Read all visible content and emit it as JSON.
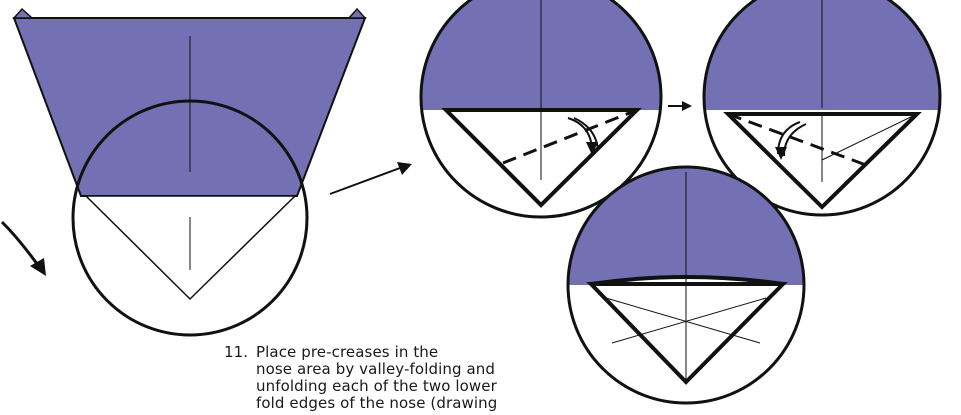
{
  "diagram": {
    "paper_color": "#7370b4",
    "line_color": "#111111"
  },
  "caption": {
    "step_number": "11.",
    "line1": "Place pre-creases in the",
    "line2": "nose area by valley-folding and",
    "line3": "unfolding each of the two lower",
    "line4": "fold edges of the nose (drawing"
  }
}
